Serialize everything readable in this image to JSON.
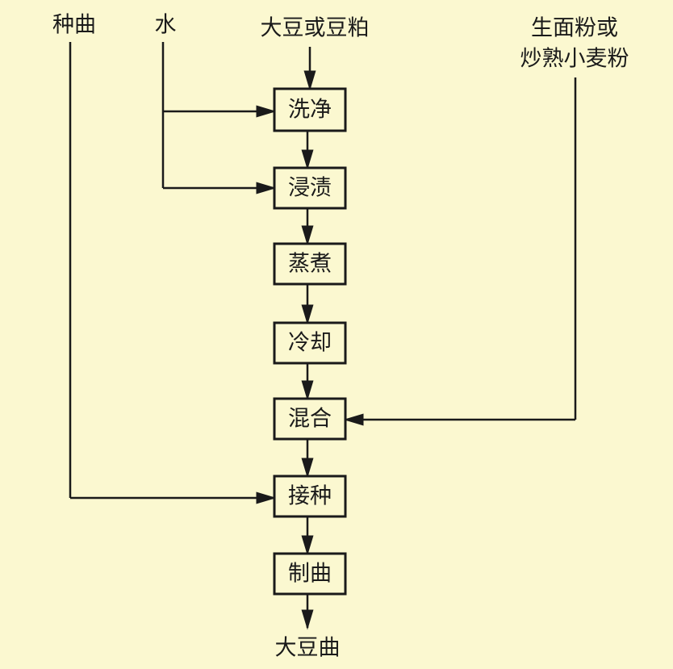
{
  "inputs": {
    "seed_koji": "种曲",
    "water": "水",
    "soybean": "大豆或豆粕",
    "flour_line1": "生面粉或",
    "flour_line2": "炒熟小麦粉"
  },
  "steps": [
    "洗净",
    "浸渍",
    "蒸煮",
    "冷却",
    "混合",
    "接种",
    "制曲"
  ],
  "output": "大豆曲"
}
